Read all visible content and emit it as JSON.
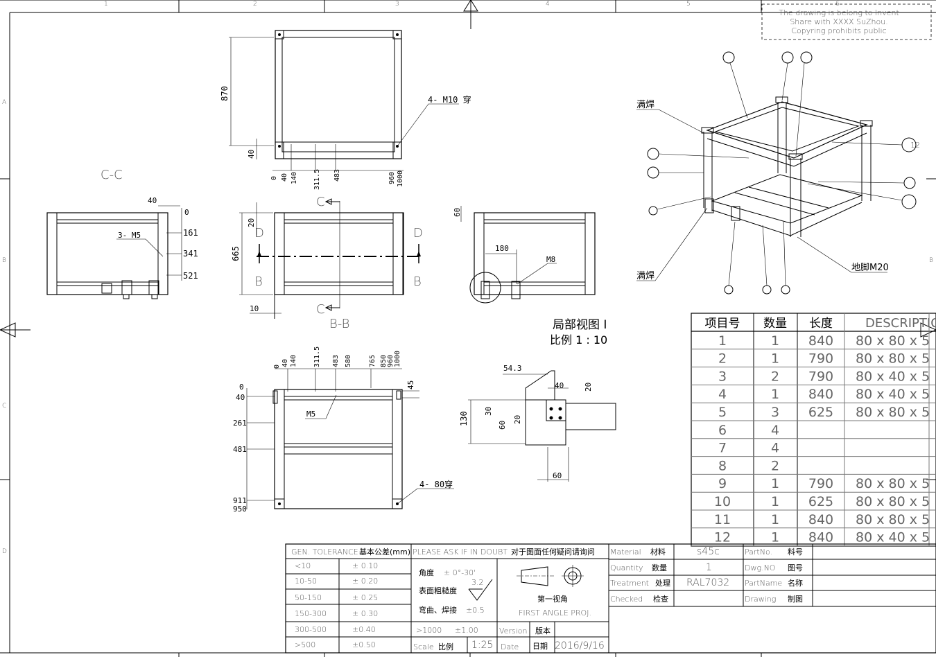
{
  "border": {
    "top_zones": [
      "1",
      "2",
      "3",
      "4",
      "5",
      "6"
    ],
    "side_zones": [
      "A",
      "B",
      "C",
      "D"
    ]
  },
  "notice": {
    "line1": "The drawing is belong to Invent",
    "line2": "Share with XXXX SuZhou.",
    "line3": "Copyring prohibits public"
  },
  "views": {
    "top": {
      "dim_height": "870",
      "dim_offset": "40",
      "hole_note": "4- M10 穿",
      "bottom_dims": [
        "0",
        "40",
        "140",
        "311.5",
        "483",
        "960",
        "1000"
      ]
    },
    "cc": {
      "label": "C-C",
      "dim_top": "40",
      "dim_zero": "0",
      "right_dims": [
        "161",
        "341",
        "521"
      ],
      "hole_note": "3- M5"
    },
    "bb": {
      "label": "B-B",
      "dim_height": "665",
      "dim_top": "20",
      "dim_bottom": "10",
      "sec_c": "C",
      "sec_d": "D",
      "sec_b": "B"
    },
    "side": {
      "dim_top": "60",
      "dim_mid": "180",
      "thread": "M8"
    },
    "detail": {
      "title": "局部视图 I",
      "scale": "比例 1 : 10",
      "dims": [
        "54.3",
        "40",
        "20",
        "130",
        "30",
        "60",
        "20",
        "60"
      ]
    },
    "plan": {
      "top_dims": [
        "0",
        "40",
        "140",
        "311.5",
        "483",
        "580",
        "765",
        "850",
        "960",
        "1000"
      ],
      "left_dims": [
        "0",
        "40",
        "261",
        "481",
        "911",
        "950"
      ],
      "right_dim": "45",
      "m5": "M5",
      "hole_note": "4- 80穿"
    },
    "iso": {
      "weld_top": "满焊",
      "weld_bottom": "满焊",
      "foot": "地脚M20",
      "callout_12": "12"
    }
  },
  "bom": {
    "headers": [
      "项目号",
      "数量",
      "长度",
      "DESCRIPTION"
    ],
    "rows": [
      {
        "item": "1",
        "qty": "1",
        "len": "840",
        "desc": "80 x 80 x 5"
      },
      {
        "item": "2",
        "qty": "1",
        "len": "790",
        "desc": "80 x 80 x 5"
      },
      {
        "item": "3",
        "qty": "2",
        "len": "790",
        "desc": "80 x 40 x 5"
      },
      {
        "item": "4",
        "qty": "1",
        "len": "840",
        "desc": "80 x 40 x 5"
      },
      {
        "item": "5",
        "qty": "3",
        "len": "625",
        "desc": "80 x 80 x 5"
      },
      {
        "item": "6",
        "qty": "4",
        "len": "",
        "desc": ""
      },
      {
        "item": "7",
        "qty": "4",
        "len": "",
        "desc": ""
      },
      {
        "item": "8",
        "qty": "2",
        "len": "",
        "desc": ""
      },
      {
        "item": "9",
        "qty": "1",
        "len": "790",
        "desc": "80 x 80 x 5"
      },
      {
        "item": "10",
        "qty": "1",
        "len": "625",
        "desc": "80 x 80 x 5"
      },
      {
        "item": "11",
        "qty": "1",
        "len": "840",
        "desc": "80 x 80 x 5"
      },
      {
        "item": "12",
        "qty": "1",
        "len": "840",
        "desc": "80 x 40 x 5"
      }
    ]
  },
  "title_block": {
    "gen_tol": "GEN. TOLERANCE",
    "gen_tol_cn": "基本公差(mm)",
    "ask": "PLEASE ASK IF IN DOUBT",
    "ask_cn": "对于图面任何疑问请询问",
    "tolerances": [
      {
        "range": "<10",
        "tol": "± 0.10"
      },
      {
        "range": "10-50",
        "tol": "± 0.20"
      },
      {
        "range": "50-150",
        "tol": "± 0.25"
      },
      {
        "range": "150-300",
        "tol": "± 0.30"
      },
      {
        "range": "300-500",
        "tol": "±0.40"
      },
      {
        "range": ">500",
        "tol": "±0.50"
      }
    ],
    "angle_label": "角度",
    "angle_value": "± 0°-30'",
    "roughness_label": "表面粗糙度",
    "roughness_value": "3.2",
    "bend_label": "弯曲、焊接",
    "bend_value": "±0.5",
    "gt1000_range": ">1000",
    "gt1000_tol": "±1.00",
    "projection_cn": "第一视角",
    "projection": "FIRST ANGLE PROJ.",
    "scale_label": "Scale",
    "scale_label_cn": "比例",
    "scale_value": "1:25",
    "version_label": "Version",
    "version_label_cn": "版本",
    "date_label": "Date",
    "date_label_cn": "日期",
    "date_value": "2016/9/16",
    "material_label": "Material",
    "material_cn": "材料",
    "material_value": "s45c",
    "quantity_label": "Quantity",
    "quantity_cn": "数量",
    "quantity_value": "1",
    "treatment_label": "Treatment",
    "treatment_cn": "处理",
    "treatment_value": "RAL7032",
    "checked_label": "Checked",
    "checked_cn": "检查",
    "partno_label": "PartNo.",
    "partno_cn": "料号",
    "dwgno_label": "Dwg.NO",
    "dwgno_cn": "图号",
    "partname_label": "PartName",
    "partname_cn": "名称",
    "drawing_label": "Drawing",
    "drawing_cn": "制图"
  }
}
